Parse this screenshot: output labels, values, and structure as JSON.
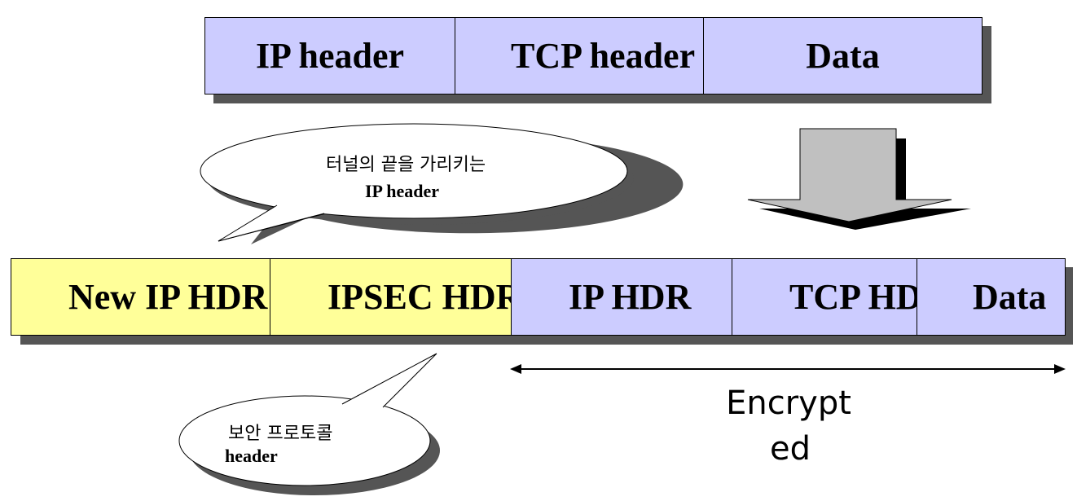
{
  "top_packet": {
    "ip_header": "IP header",
    "tcp_header": "TCP header",
    "data": "Data"
  },
  "bottom_packet": {
    "new_ip_hdr": "New IP HDR",
    "ipsec_hdr": "IPSEC HDR",
    "ip_hdr": "IP HDR",
    "tcp_hdr": "TCP HDR",
    "data": "Data"
  },
  "callout_tunnel": {
    "line1": "터널의 끝을 가리키는",
    "line2": "IP header"
  },
  "callout_protocol": {
    "line1": "보안 프로토콜",
    "line2": "header"
  },
  "encrypted_label": {
    "line1": "Encrypt",
    "line2": "ed"
  },
  "colors": {
    "outer_header": "#ffff99",
    "payload": "#ccccff",
    "shadow": "#555555"
  }
}
